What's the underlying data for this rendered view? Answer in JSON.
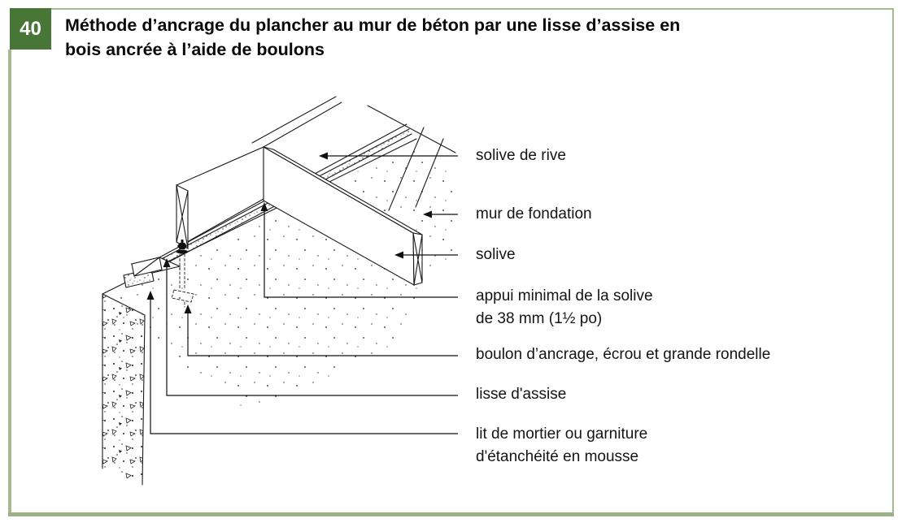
{
  "figure": {
    "number": "40",
    "title": "Méthode d’ancrage du plancher au mur de béton par une lisse d’assise en bois ancrée à l’aide de boulons"
  },
  "colors": {
    "figure_badge_green": "#487636",
    "border_sage": "#a6ba92",
    "line_black": "#1a1a1a"
  },
  "diagram": {
    "type": "technical-isometric-drawing",
    "subject": "anchorage of wood floor to concrete foundation wall with anchored sill plate",
    "labels": [
      {
        "id": "solive-de-rive",
        "text": "solive de rive"
      },
      {
        "id": "mur-de-fondation",
        "text": "mur de fondation"
      },
      {
        "id": "solive",
        "text": "solive"
      },
      {
        "id": "appui-minimal",
        "text": "appui minimal de la solive\nde 38 mm (1½ po)"
      },
      {
        "id": "boulon",
        "text": "boulon d’ancrage, écrou et grande rondelle"
      },
      {
        "id": "lisse",
        "text": "lisse d'assise"
      },
      {
        "id": "lit-de-mortier",
        "text": "lit de mortier ou garniture\nd'étanchéité en mousse"
      }
    ]
  }
}
